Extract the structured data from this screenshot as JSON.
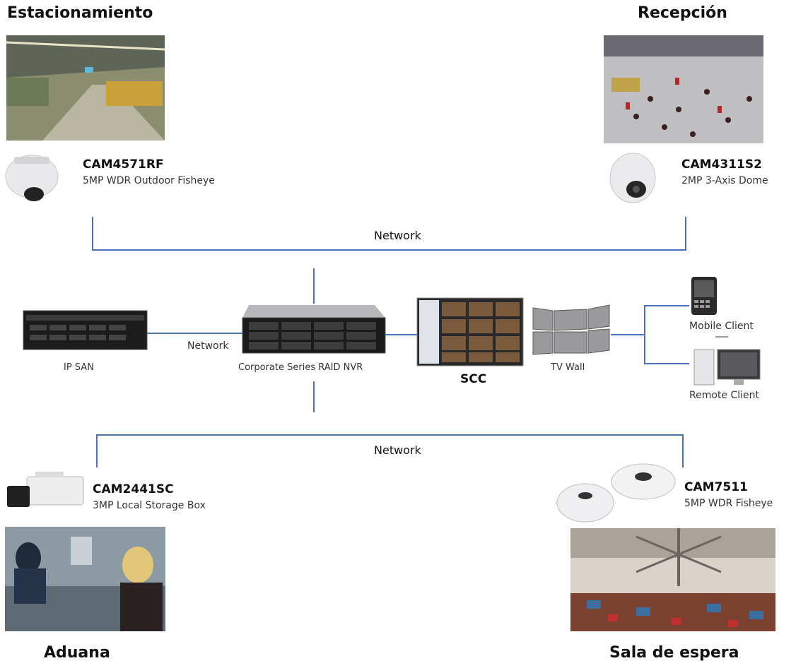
{
  "locations": {
    "top_left": "Estacionamiento",
    "top_right": "Recepción",
    "bottom_left": "Aduana",
    "bottom_right": "Sala de espera"
  },
  "cameras": [
    {
      "model": "CAM4571RF",
      "desc": "5MP WDR Outdoor Fisheye"
    },
    {
      "model": "CAM4311S2",
      "desc": "2MP 3-Axis Dome"
    },
    {
      "model": "CAM2441SC",
      "desc": "3MP Local Storage Box"
    },
    {
      "model": "CAM7511",
      "desc": "5MP WDR Fisheye"
    }
  ],
  "network_label": "Network",
  "devices": {
    "ip_san": "IP SAN",
    "nvr": "Corporate Series RAID NVR",
    "scc": "SCC",
    "tv_wall": "TV Wall",
    "mobile": "Mobile Client",
    "remote": "Remote Client"
  },
  "colors": {
    "line": "#4a72b8",
    "heading": "#111111"
  }
}
